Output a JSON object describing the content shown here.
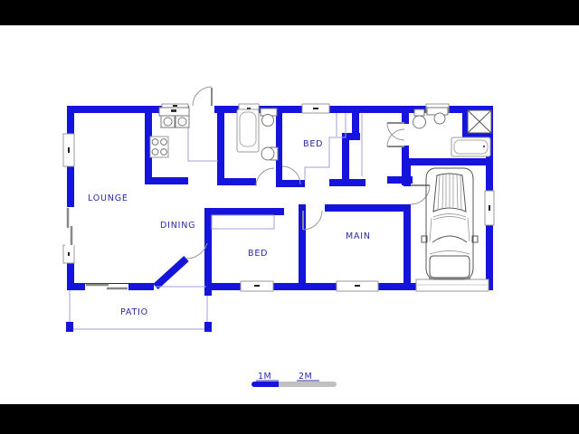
{
  "rooms": {
    "lounge": "LOUNGE",
    "dining": "DINING",
    "bed_top": "BED",
    "bed_bottom": "BED",
    "main": "MAIN",
    "patio": "PATIO"
  },
  "scale": {
    "label_1m": "1M",
    "label_2m": "2M"
  },
  "colors": {
    "wall_blue": "#1414dd",
    "label_navy": "#2828a8",
    "scale_bar_blue": "#1414dd",
    "scale_bar_gray": "#c0c0c0",
    "fixture_outline_gray": "#777777",
    "thin_line_lavender": "#a0a0d8",
    "letterbox_black": "#000000",
    "background": "#ffffff"
  }
}
